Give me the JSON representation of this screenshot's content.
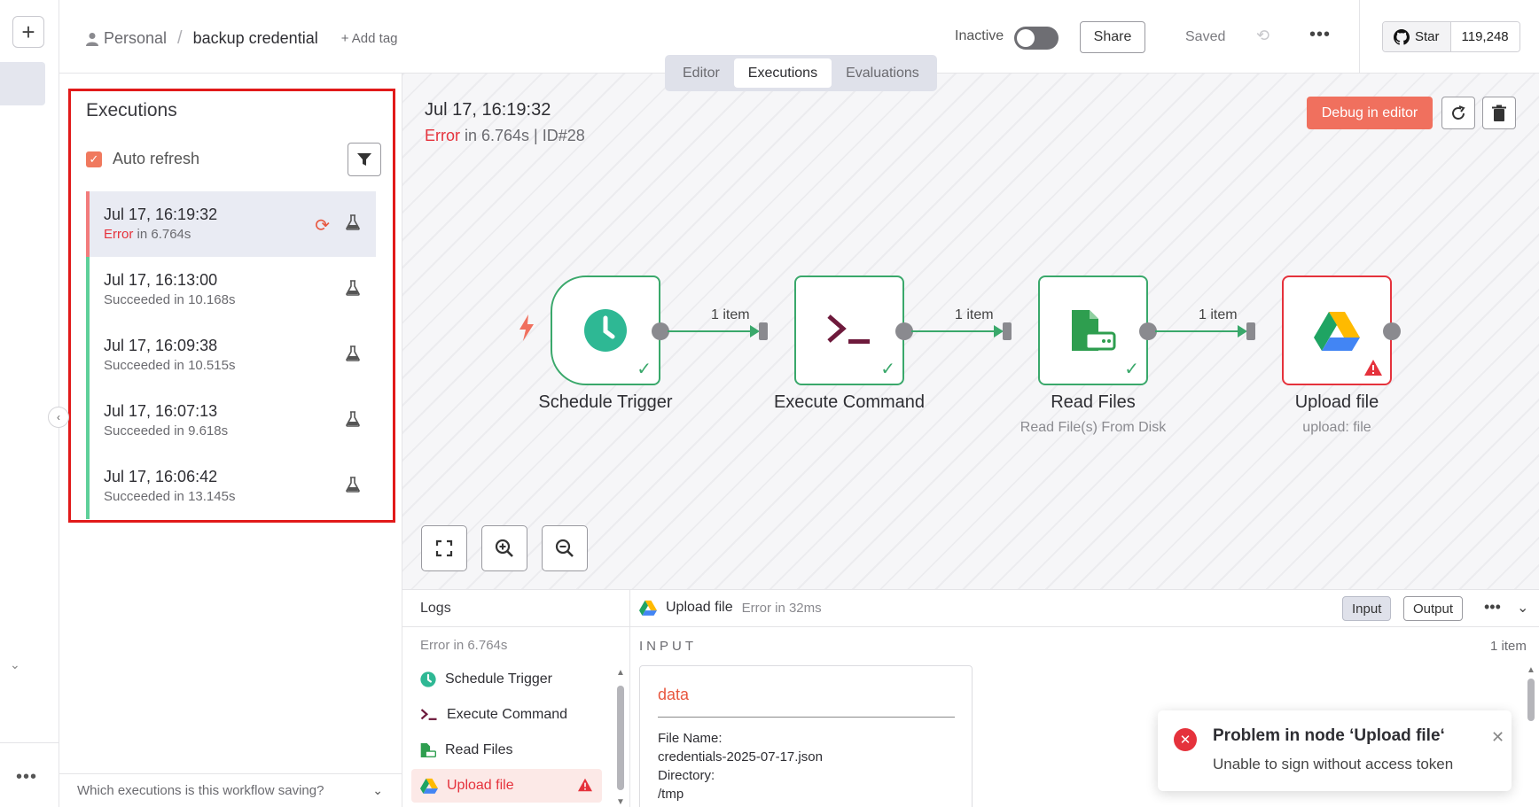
{
  "header": {
    "project": "Personal",
    "workflow_name": "backup credential",
    "add_tag": "+ Add tag",
    "active_label": "Inactive",
    "share": "Share",
    "save_state": "Saved",
    "github_star": "Star",
    "github_count": "119,248"
  },
  "tabs": [
    "Editor",
    "Executions",
    "Evaluations"
  ],
  "active_tab": "Executions",
  "sidebar": {
    "title": "Executions",
    "auto_refresh": "Auto refresh",
    "auto_refresh_checked": true,
    "executions": [
      {
        "date": "Jul 17, 16:19:32",
        "status_word": "Error",
        "status_rest": " in 6.764s",
        "state": "error"
      },
      {
        "date": "Jul 17, 16:13:00",
        "status_word": "Succeeded in 10.168s",
        "status_rest": "",
        "state": "success"
      },
      {
        "date": "Jul 17, 16:09:38",
        "status_word": "Succeeded in 10.515s",
        "status_rest": "",
        "state": "success"
      },
      {
        "date": "Jul 17, 16:07:13",
        "status_word": "Succeeded in 9.618s",
        "status_rest": "",
        "state": "success"
      },
      {
        "date": "Jul 17, 16:06:42",
        "status_word": "Succeeded in 13.145s",
        "status_rest": "",
        "state": "success"
      }
    ],
    "footer_question": "Which executions is this workflow saving?"
  },
  "run": {
    "date": "Jul 17, 16:19:32",
    "status_word": "Error",
    "status_rest": " in 6.764s | ID#28",
    "debug": "Debug in editor"
  },
  "nodes": [
    {
      "name": "Schedule Trigger",
      "sub": "",
      "state": "success",
      "icon": "clock-icon"
    },
    {
      "name": "Execute Command",
      "sub": "",
      "state": "success",
      "icon": "terminal-icon"
    },
    {
      "name": "Read Files",
      "sub": "Read File(s) From Disk",
      "state": "success",
      "icon": "file-drive-icon"
    },
    {
      "name": "Upload file",
      "sub": "upload: file",
      "state": "error",
      "icon": "google-drive-icon"
    }
  ],
  "edges": [
    "1 item",
    "1 item",
    "1 item"
  ],
  "logs": {
    "title": "Logs",
    "overall": "Error in 6.764s",
    "items": [
      "Schedule Trigger",
      "Execute Command",
      "Read Files",
      "Upload file"
    ],
    "selected_title": "Upload file",
    "selected_status": "Error in 32ms",
    "input_btn": "Input",
    "output_btn": "Output",
    "input_label": "INPUT",
    "input_count": "1 item",
    "data": {
      "heading": "data",
      "k1": "File Name:",
      "v1": "credentials-2025-07-17.json",
      "k2": "Directory:",
      "v2": "/tmp"
    }
  },
  "toast": {
    "title": "Problem in node ‘Upload file‘",
    "message": "Unable to sign without access token"
  },
  "colors": {
    "accent": "#f0705e",
    "success": "#3aa86b",
    "error": "#e5323c",
    "highlight_box": "#e11a1a"
  }
}
